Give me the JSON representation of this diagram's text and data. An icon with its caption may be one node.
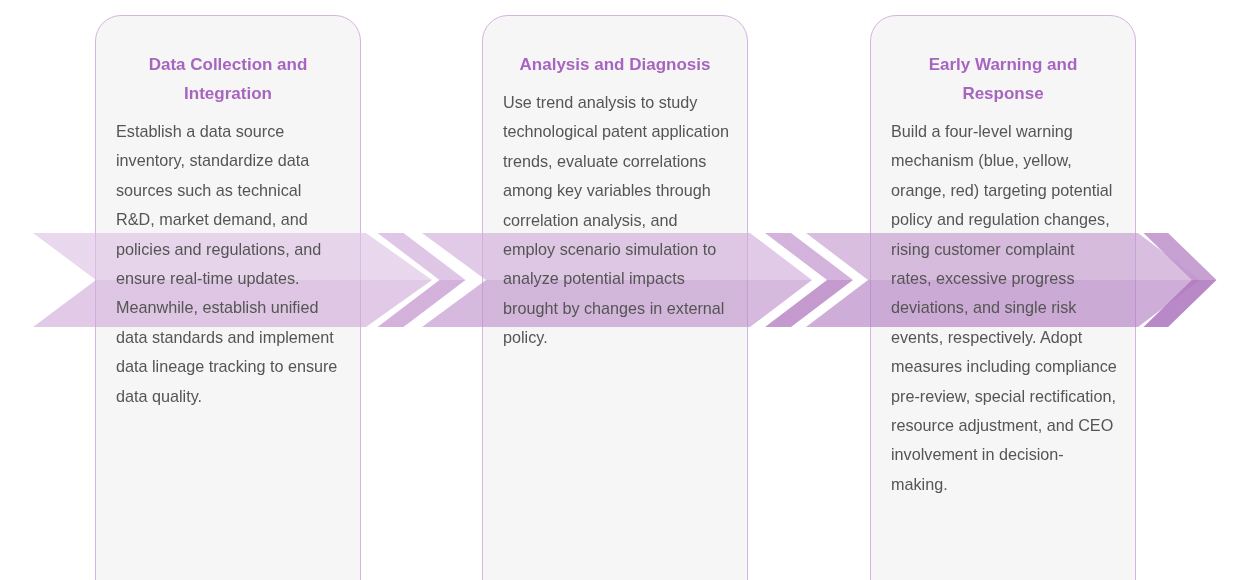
{
  "diagram": {
    "nodes": [
      {
        "text": [
          "Data Collection and Integration",
          "Establish a data source inventory, standardize data sources such as technical R&D, market demand, and policies and regulations, and ensure real-time updates. Meanwhile, establish unified data standards and implement data lineage tracking to ensure data quality."
        ]
      },
      {
        "text": [
          "Analysis and Diagnosis",
          "Use trend analysis to study technological patent application trends, evaluate correlations among key variables through correlation analysis, and employ scenario simulation to analyze potential impacts brought by changes in external policy."
        ]
      },
      {
        "text": [
          "Early Warning and Response",
          "Build a four-level warning mechanism (blue, yellow, orange, red) targeting potential policy and regulation changes, rising customer complaint rates, excessive progress deviations, and single risk events, respectively. Adopt measures including compliance pre-review, special rectification, resource adjustment, and CEO involvement in decision-making."
        ]
      }
    ],
    "edges": [
      {
        "from": 0,
        "to": 1,
        "arrow": "to"
      },
      {
        "from": 1,
        "to": 2,
        "arrow": "to"
      },
      {
        "from": 2,
        "to": null,
        "arrow": "to"
      }
    ]
  }
}
